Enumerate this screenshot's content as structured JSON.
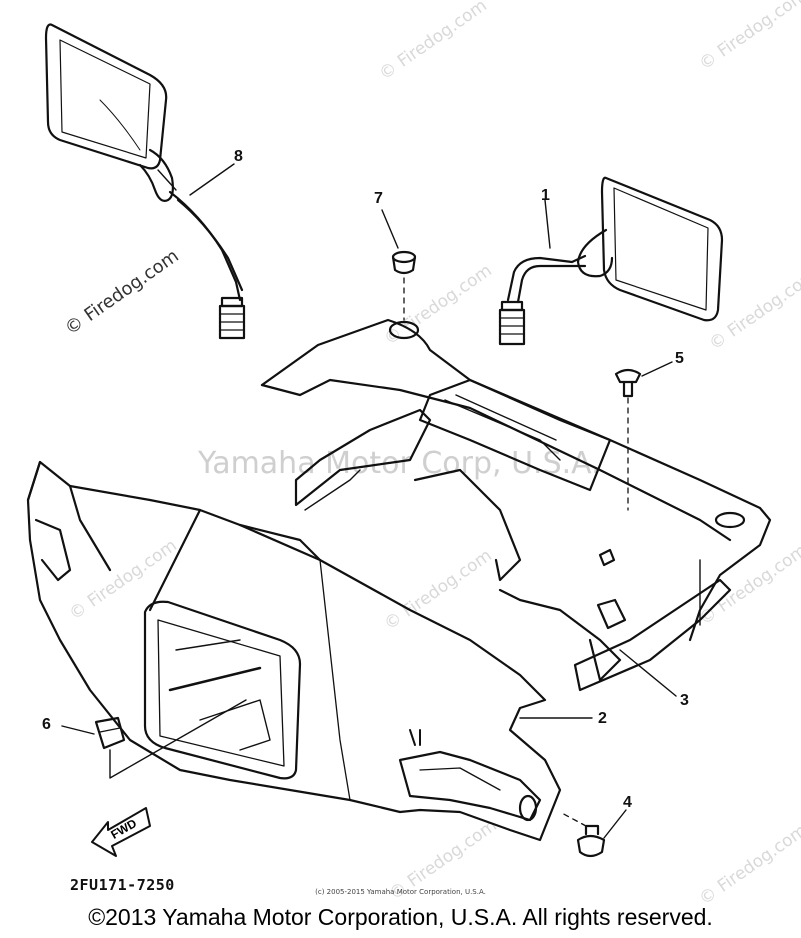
{
  "watermark_text": "© Firedog.com",
  "center_watermark": "Yamaha Motor Corp, U.S.A.",
  "callouts": {
    "c1": "1",
    "c2": "2",
    "c3": "3",
    "c4": "4",
    "c5": "5",
    "c6": "6",
    "c7": "7",
    "c8": "8"
  },
  "fwd_label": "FWD",
  "part_code": "2FU171-7250",
  "small_copyright": "(c) 2005-2015 Yamaha Motor Corporation, U.S.A.",
  "copyright": "©2013 Yamaha Motor Corporation, U.S.A. All rights reserved.",
  "colors": {
    "line": "#111111",
    "watermark": "#d9d9d9",
    "background": "#ffffff"
  }
}
